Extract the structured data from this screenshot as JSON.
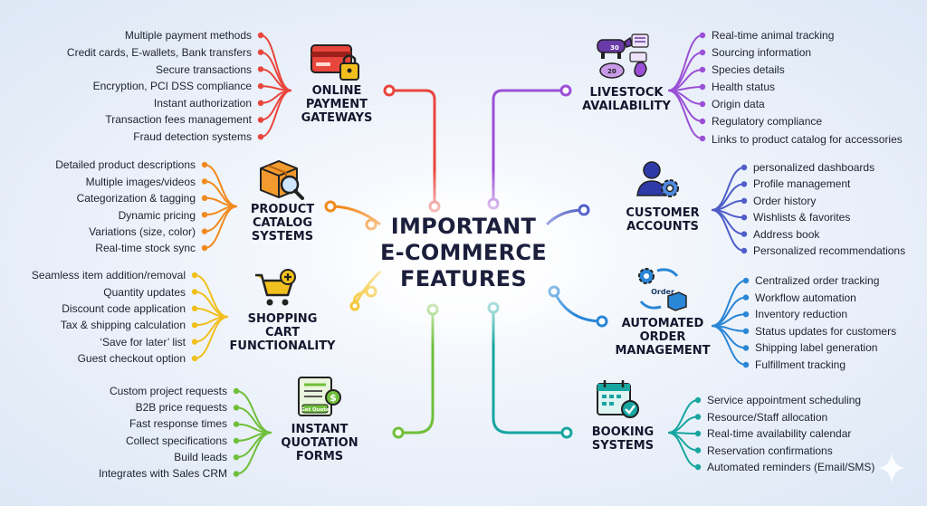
{
  "title_lines": [
    "IMPORTANT",
    "E-COMMERCE",
    "FEATURES"
  ],
  "branches": [
    {
      "id": "payment",
      "color": "#e8463c",
      "side": "left",
      "title_lines": [
        "ONLINE",
        "PAYMENT",
        "GATEWAYS"
      ],
      "items": [
        "Multiple payment methods",
        "Credit cards, E-wallets, Bank transfers",
        "Secure transactions",
        "Encryption, PCI DSS compliance",
        "Instant authorization",
        "Transaction fees management",
        "Fraud detection systems"
      ]
    },
    {
      "id": "catalog",
      "color": "#f28a1e",
      "side": "left",
      "title_lines": [
        "PRODUCT",
        "CATALOG",
        "SYSTEMS"
      ],
      "items": [
        "Detailed product descriptions",
        "Multiple images/videos",
        "Categorization & tagging",
        "Dynamic pricing",
        "Variations (size, color)",
        "Real-time stock sync"
      ]
    },
    {
      "id": "cart",
      "color": "#f2c01e",
      "side": "left",
      "title_lines": [
        "SHOPPING",
        "CART",
        "FUNCTIONALITY"
      ],
      "items": [
        "Seamless item addition/removal",
        "Quantity updates",
        "Discount code application",
        "Tax & shipping calculation",
        "‘Save for later’ list",
        "Guest checkout option"
      ]
    },
    {
      "id": "quote",
      "color": "#6fbf3a",
      "side": "left",
      "title_lines": [
        "INSTANT",
        "QUOTATION",
        "FORMS"
      ],
      "icon_text": "Get Quote",
      "items": [
        "Custom project requests",
        "B2B price requests",
        "Fast response times",
        "Collect specifications",
        "Build leads",
        "Integrates with Sales CRM"
      ]
    },
    {
      "id": "livestock",
      "color": "#9b4fd6",
      "side": "right",
      "title_lines": [
        "LIVESTOCK",
        "AVAILABILITY"
      ],
      "icon_numbers": [
        "30",
        "20"
      ],
      "items": [
        "Real-time animal tracking",
        "Sourcing information",
        "Species details",
        "Health status",
        "Origin data",
        "Regulatory compliance",
        "Links to product catalog for accessories"
      ]
    },
    {
      "id": "accounts",
      "color": "#4f5ec8",
      "side": "right",
      "title_lines": [
        "CUSTOMER",
        "ACCOUNTS"
      ],
      "items": [
        "personalized dashboards",
        "Profile management",
        "Order history",
        "Wishlists & favorites",
        "Address book",
        "Personalized recommendations"
      ]
    },
    {
      "id": "orders",
      "color": "#2a86d6",
      "side": "right",
      "title_lines": [
        "AUTOMATED",
        "ORDER",
        "MANAGEMENT"
      ],
      "icon_text": "Order",
      "items": [
        "Centralized order tracking",
        "Workflow automation",
        "Inventory reduction",
        "Status updates for customers",
        "Shipping label generation",
        "Fulfillment tracking"
      ]
    },
    {
      "id": "booking",
      "color": "#17a6a0",
      "side": "right",
      "title_lines": [
        "BOOKING",
        "SYSTEMS"
      ],
      "items": [
        "Service appointment scheduling",
        "Resource/Staff allocation",
        "Real-time availability calendar",
        "Reservation confirmations",
        "Automated reminders (Email/SMS)"
      ]
    }
  ]
}
